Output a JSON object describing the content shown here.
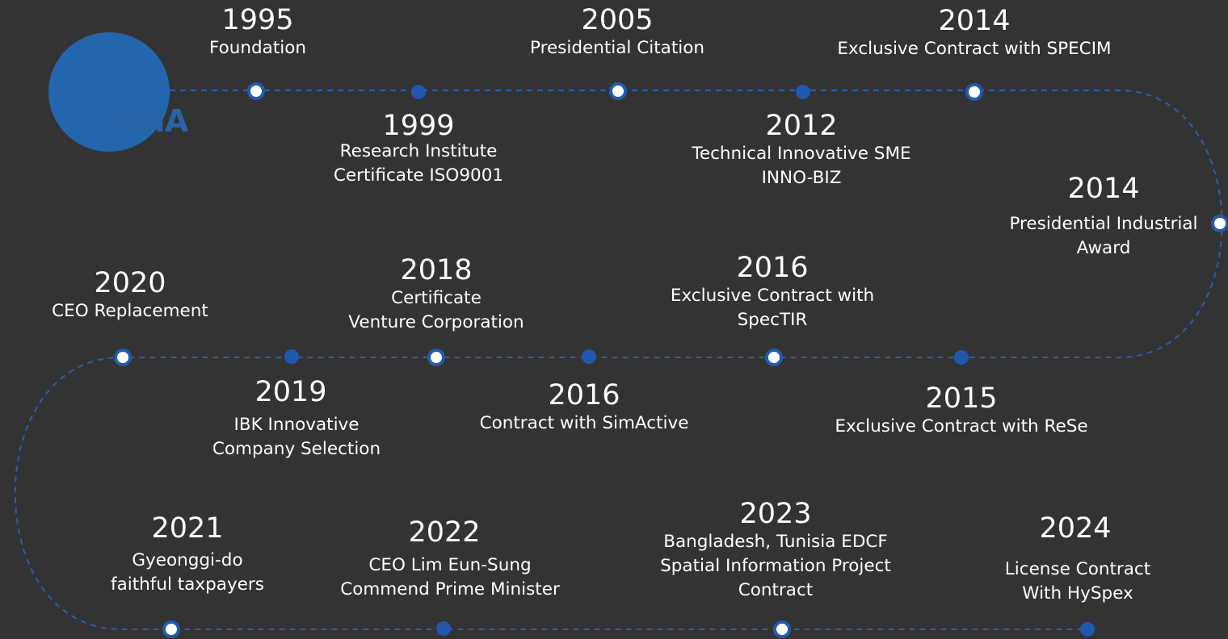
{
  "logo": {
    "text": "ASIA",
    "color": "#2466ad"
  },
  "colors": {
    "background": "#333333",
    "path": "#2a5fb0",
    "text": "#ffffff"
  },
  "events": [
    {
      "year": "1995",
      "lines": [
        "Foundation"
      ]
    },
    {
      "year": "1999",
      "lines": [
        "Research Institute",
        "Certificate ISO9001"
      ]
    },
    {
      "year": "2005",
      "lines": [
        "Presidential Citation"
      ]
    },
    {
      "year": "2012",
      "lines": [
        "Technical Innovative SME",
        "INNO-BIZ"
      ]
    },
    {
      "year": "2014",
      "lines": [
        "Exclusive Contract with SPECIM"
      ]
    },
    {
      "year": "2014",
      "lines": [
        "Presidential Industrial",
        "Award"
      ]
    },
    {
      "year": "2015",
      "lines": [
        "Exclusive Contract with ReSe"
      ]
    },
    {
      "year": "2016",
      "lines": [
        "Exclusive Contract with",
        "SpecTIR"
      ]
    },
    {
      "year": "2016",
      "lines": [
        "Contract with SimActive"
      ]
    },
    {
      "year": "2018",
      "lines": [
        "Certificate",
        "Venture Corporation"
      ]
    },
    {
      "year": "2019",
      "lines": [
        "IBK Innovative",
        "Company Selection"
      ]
    },
    {
      "year": "2020",
      "lines": [
        "CEO Replacement"
      ]
    },
    {
      "year": "2021",
      "lines": [
        "Gyeonggi-do",
        "faithful taxpayers"
      ]
    },
    {
      "year": "2022",
      "lines": [
        "CEO Lim Eun-Sung",
        "Commend Prime Minister"
      ]
    },
    {
      "year": "2023",
      "lines": [
        "Bangladesh, Tunisia EDCF",
        "Spatial Information Project",
        "Contract"
      ]
    },
    {
      "year": "2024",
      "lines": [
        "License Contract",
        "With HySpex"
      ]
    }
  ]
}
